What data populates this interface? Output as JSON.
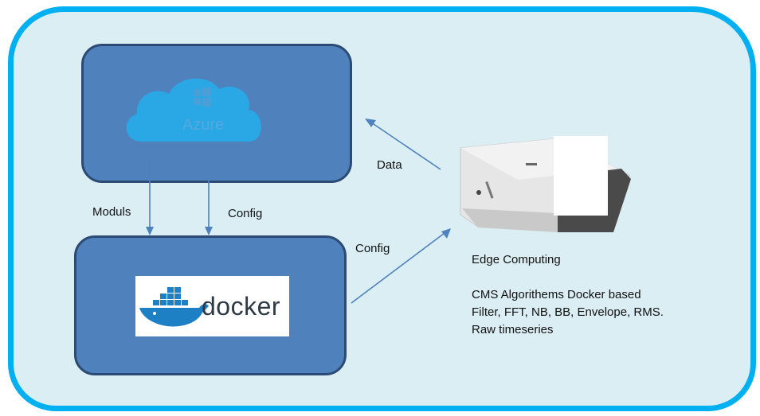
{
  "azure": {
    "label": "Azure"
  },
  "docker": {
    "label": "docker"
  },
  "arrows": {
    "moduls": "Moduls",
    "config_down": "Config",
    "data": "Data",
    "config_edge": "Config"
  },
  "edge": {
    "title": "Edge Computing",
    "line1": "CMS Algorithems Docker based",
    "line2": "Filter, FFT, NB, BB, Envelope, RMS.",
    "line3": "Raw timeseries"
  },
  "colors": {
    "frame": "#00b0f0",
    "background": "#daeef4",
    "box": "#4f81bd",
    "arrow": "#4f81bd",
    "cloud": "#2aa8e6"
  },
  "icons": [
    "azure-cloud-icon",
    "windows-logo-icon",
    "docker-whale-icon",
    "edge-device-image"
  ]
}
